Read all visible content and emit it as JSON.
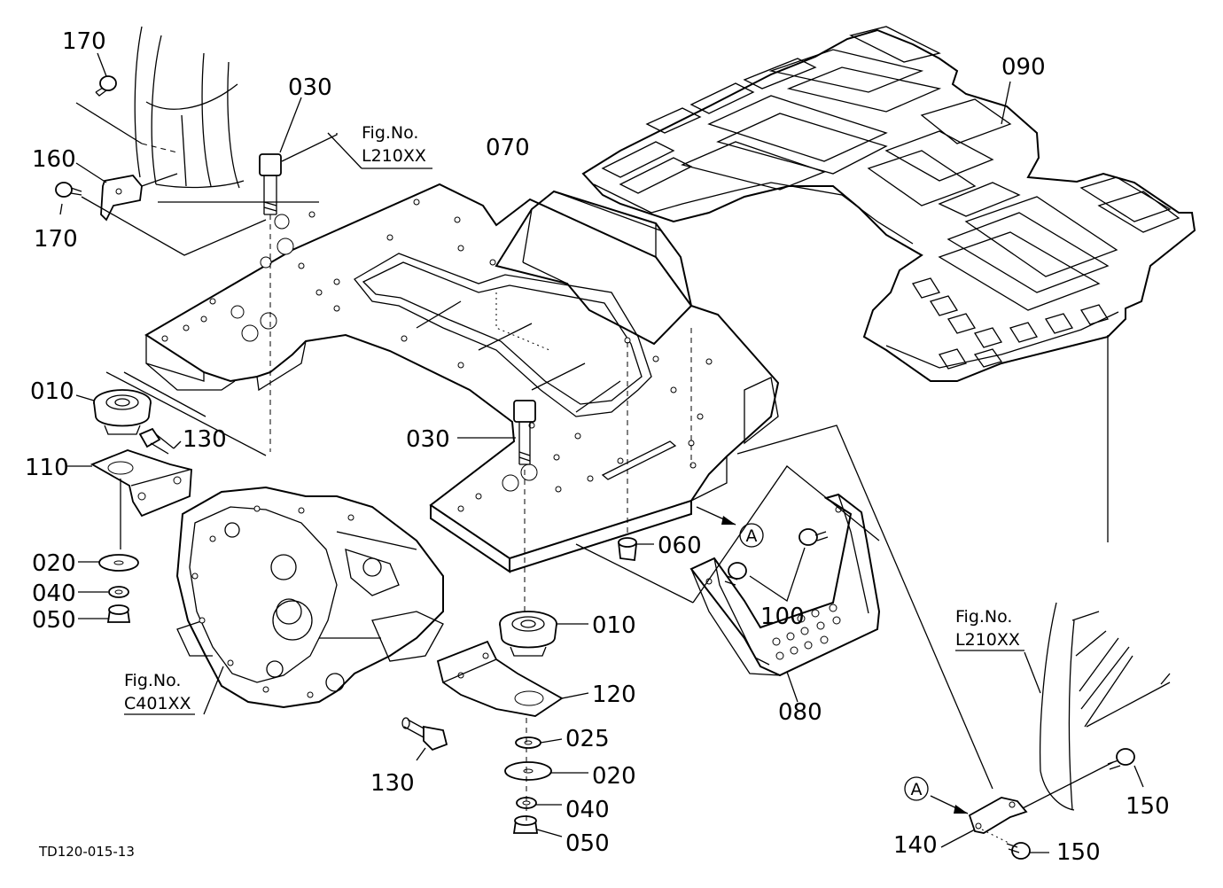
{
  "drawing_code": "TD120-015-13",
  "callouts": [
    {
      "id": "c170a",
      "text": "170"
    },
    {
      "id": "c030a",
      "text": "030"
    },
    {
      "id": "c160",
      "text": "160"
    },
    {
      "id": "c170b",
      "text": "170"
    },
    {
      "id": "c070",
      "text": "070"
    },
    {
      "id": "c090",
      "text": "090"
    },
    {
      "id": "c010a",
      "text": "010"
    },
    {
      "id": "c130a",
      "text": "130"
    },
    {
      "id": "c110",
      "text": "110"
    },
    {
      "id": "c030b",
      "text": "030"
    },
    {
      "id": "c020a",
      "text": "020"
    },
    {
      "id": "c040a",
      "text": "040"
    },
    {
      "id": "c050a",
      "text": "050"
    },
    {
      "id": "c060",
      "text": "060"
    },
    {
      "id": "c100",
      "text": "100"
    },
    {
      "id": "c010b",
      "text": "010"
    },
    {
      "id": "c120",
      "text": "120"
    },
    {
      "id": "c025",
      "text": "025"
    },
    {
      "id": "c020b",
      "text": "020"
    },
    {
      "id": "c040b",
      "text": "040"
    },
    {
      "id": "c050b",
      "text": "050"
    },
    {
      "id": "c130b",
      "text": "130"
    },
    {
      "id": "c080",
      "text": "080"
    },
    {
      "id": "c150a",
      "text": "150"
    },
    {
      "id": "c140",
      "text": "140"
    },
    {
      "id": "c150b",
      "text": "150"
    }
  ],
  "figure_refs": [
    {
      "id": "ref1",
      "line1": "Fig.No.",
      "line2": "L210XX"
    },
    {
      "id": "ref2",
      "line1": "Fig.No.",
      "line2": "C401XX"
    },
    {
      "id": "ref3",
      "line1": "Fig.No.",
      "line2": "L210XX"
    }
  ],
  "view_markers": [
    {
      "id": "markA1",
      "text": "A"
    },
    {
      "id": "markA2",
      "text": "A"
    }
  ]
}
